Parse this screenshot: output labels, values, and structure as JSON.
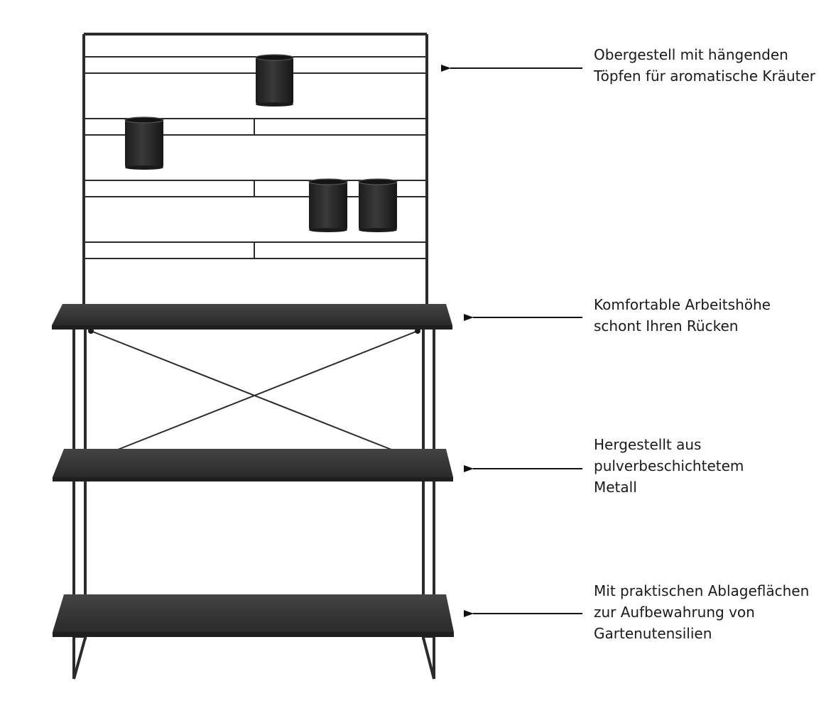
{
  "callouts": [
    {
      "lines": [
        "Obergestell mit hängenden",
        "Töpfen für aromatische Kräuter"
      ]
    },
    {
      "lines": [
        "Komfortable Arbeitshöhe",
        "schont Ihren Rücken"
      ]
    },
    {
      "lines": [
        "Hergestellt aus",
        "pulverbeschichtetem",
        "Metall"
      ]
    },
    {
      "lines": [
        "Mit praktischen Ablageflächen",
        "zur Aufbewahrung von",
        "Gartenutensilien"
      ]
    }
  ],
  "colors": {
    "metal": "#2b2b2b",
    "shelf_top": "#3a3a3a",
    "shelf_edge": "#1f1f1f",
    "pot": "#262626",
    "text": "#1a1a1a",
    "arrow": "#111111"
  }
}
